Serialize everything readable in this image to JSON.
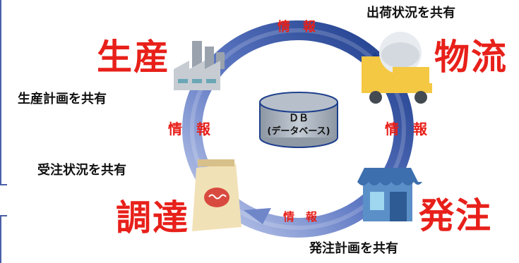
{
  "nodes": {
    "production": "生産",
    "logistics": "物流",
    "ordering": "発注",
    "procurement": "調達"
  },
  "info_labels": {
    "top": "情　報",
    "left": "情　報",
    "right": "情　報",
    "bottom": "情　報"
  },
  "share_labels": {
    "shipping_status": "出荷状況を共有",
    "production_plan": "生産計画を共有",
    "order_status": "受注状況を共有",
    "order_plan": "発注計画を共有"
  },
  "database": {
    "line1": "ＤＢ",
    "line2": "(データベース)"
  },
  "colors": {
    "accent_red": "#e8201a",
    "ring_dark": "#1e3f8c",
    "ring_light": "#bcc8e8",
    "db_fill": "#a9b3be"
  },
  "icons": [
    "factory-icon",
    "truck-icon",
    "shop-icon",
    "bag-icon",
    "database-icon"
  ]
}
